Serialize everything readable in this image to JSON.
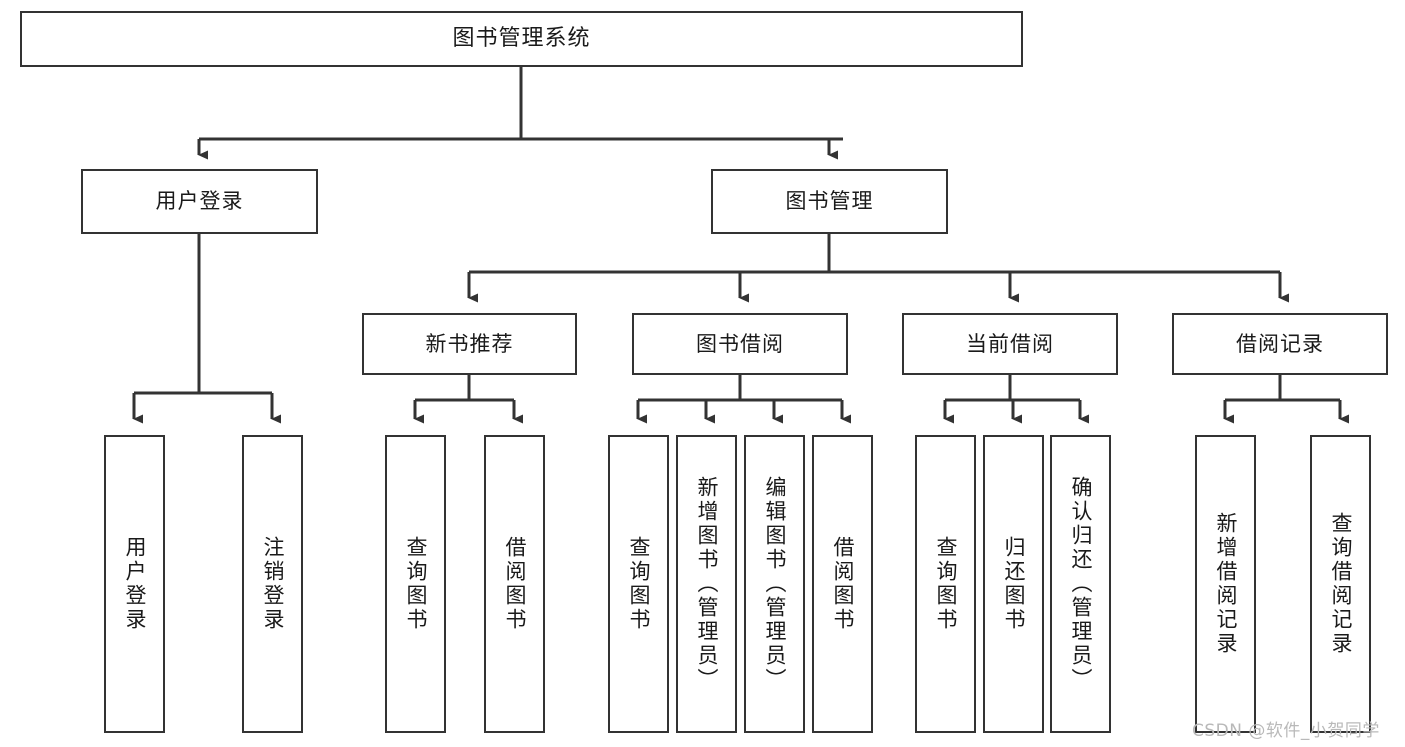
{
  "diagram": {
    "type": "tree-hierarchy-chart",
    "root": {
      "label": "图书管理系统"
    },
    "level2": [
      {
        "label": "用户登录"
      },
      {
        "label": "图书管理"
      }
    ],
    "level3": [
      {
        "label": "新书推荐"
      },
      {
        "label": "图书借阅"
      },
      {
        "label": "当前借阅"
      },
      {
        "label": "借阅记录"
      }
    ],
    "leaves": {
      "user_login": [
        {
          "label": "用户登录"
        },
        {
          "label": "注销登录"
        }
      ],
      "new_book_recommend": [
        {
          "label": "查询图书"
        },
        {
          "label": "借阅图书"
        }
      ],
      "book_borrow": [
        {
          "label": "查询图书"
        },
        {
          "label": "新增图书（管理员）"
        },
        {
          "label": "编辑图书（管理员）"
        },
        {
          "label": "借阅图书"
        }
      ],
      "current_borrow": [
        {
          "label": "查询图书"
        },
        {
          "label": "归还图书"
        },
        {
          "label": "确认归还（管理员）"
        }
      ],
      "borrow_record": [
        {
          "label": "新增借阅记录"
        },
        {
          "label": "查询借阅记录"
        }
      ]
    },
    "watermark": "CSDN @软件_小贺同学",
    "colors": {
      "box_border": "#333333",
      "box_fill": "#ffffff",
      "connector": "#333333",
      "text": "#1a1a1a",
      "watermark": "#b9b9b9",
      "background": "#ffffff"
    }
  }
}
